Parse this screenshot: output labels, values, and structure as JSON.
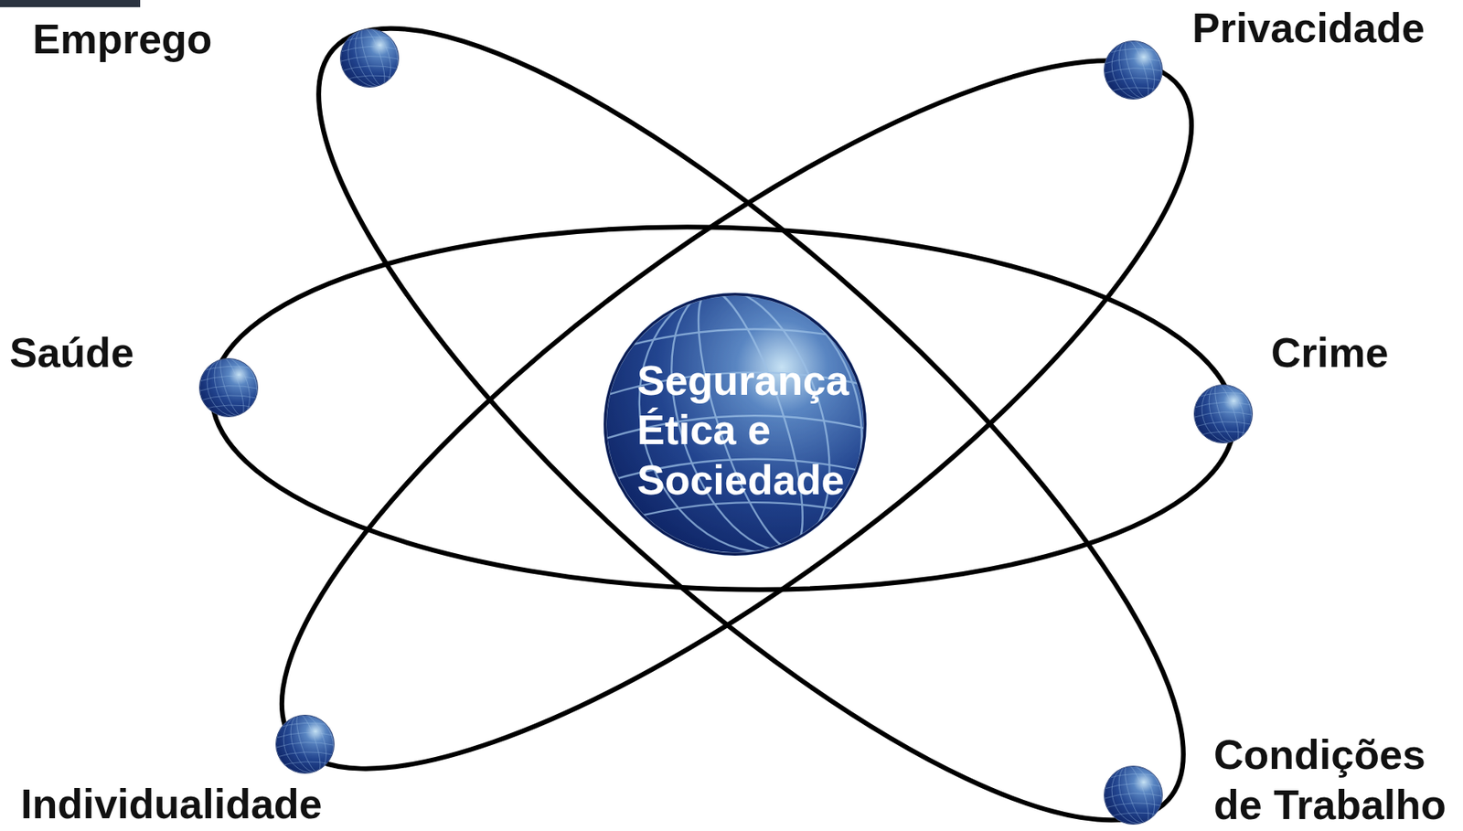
{
  "diagram": {
    "nodes": [
      {
        "text": [
          "Emprego"
        ]
      },
      {
        "text": [
          "Privacidade"
        ]
      },
      {
        "text": [
          "Saúde"
        ]
      },
      {
        "text": [
          "Segurança Ética e Sociedade"
        ]
      },
      {
        "text": [
          "Crime"
        ]
      },
      {
        "text": [
          "Individualidade"
        ]
      },
      {
        "text": [
          "Condições de Trabalho"
        ]
      }
    ]
  }
}
